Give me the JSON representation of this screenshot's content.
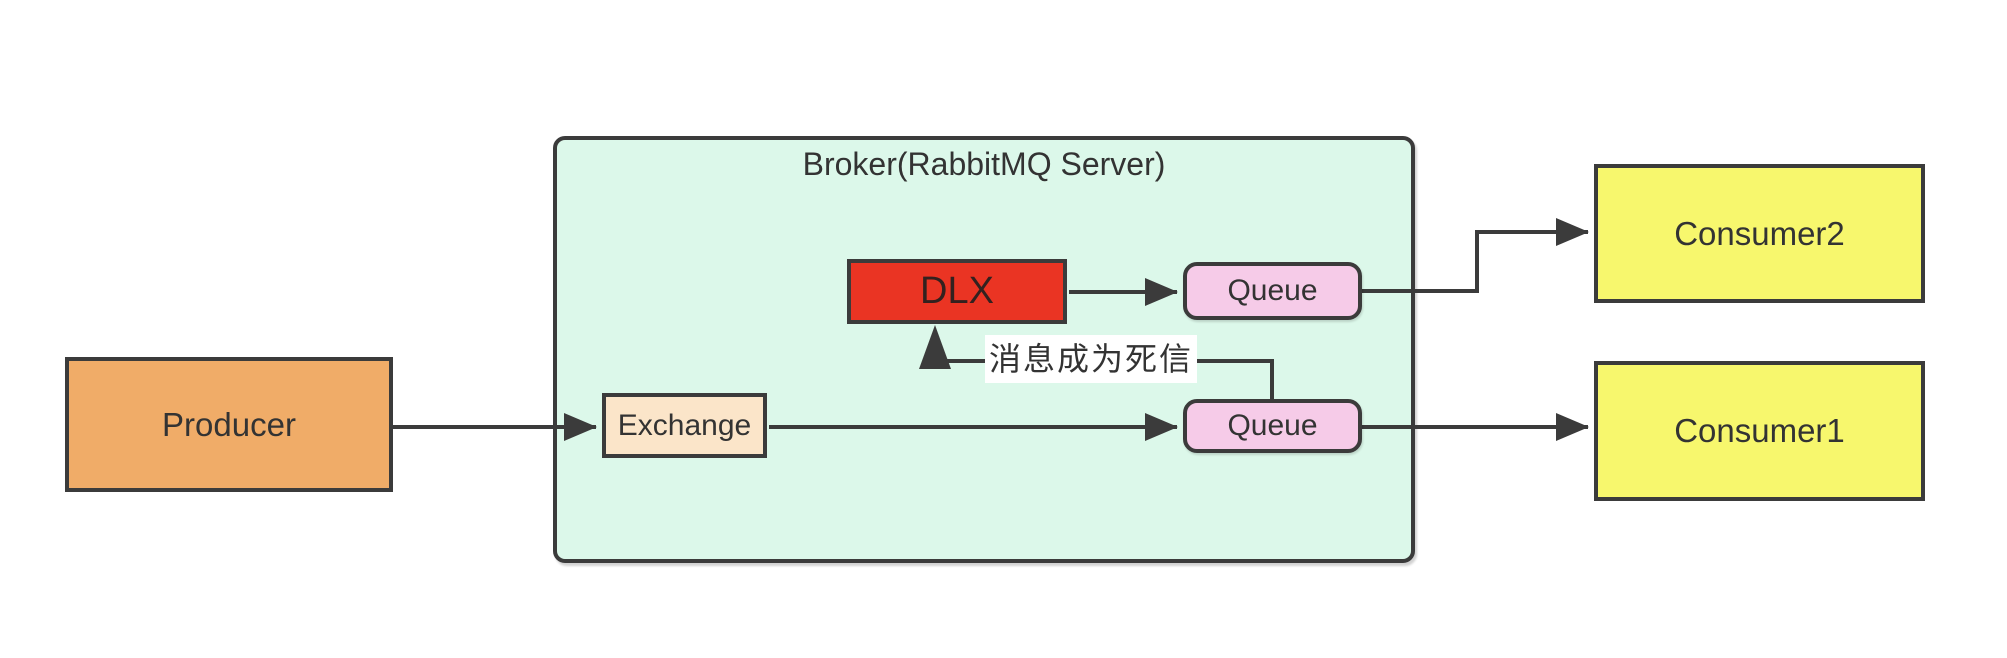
{
  "diagram": {
    "broker": {
      "title": "Broker(RabbitMQ Server)"
    },
    "nodes": {
      "producer": {
        "label": "Producer"
      },
      "exchange": {
        "label": "Exchange"
      },
      "dlx": {
        "label": "DLX"
      },
      "dead_letter_queue": {
        "label": "Queue"
      },
      "normal_queue": {
        "label": "Queue"
      },
      "consumer2": {
        "label": "Consumer2"
      },
      "consumer1": {
        "label": "Consumer1"
      }
    },
    "labels": {
      "dead_letter_edge": "消息成为死信"
    },
    "colors": {
      "broker_bg": "#dcf8ea",
      "producer": "#f0ac68",
      "exchange": "#fbe5c9",
      "dlx": "#ea3423",
      "queue": "#f6cbe8",
      "consumer": "#f7f76d",
      "line": "#3b3b3b"
    }
  }
}
